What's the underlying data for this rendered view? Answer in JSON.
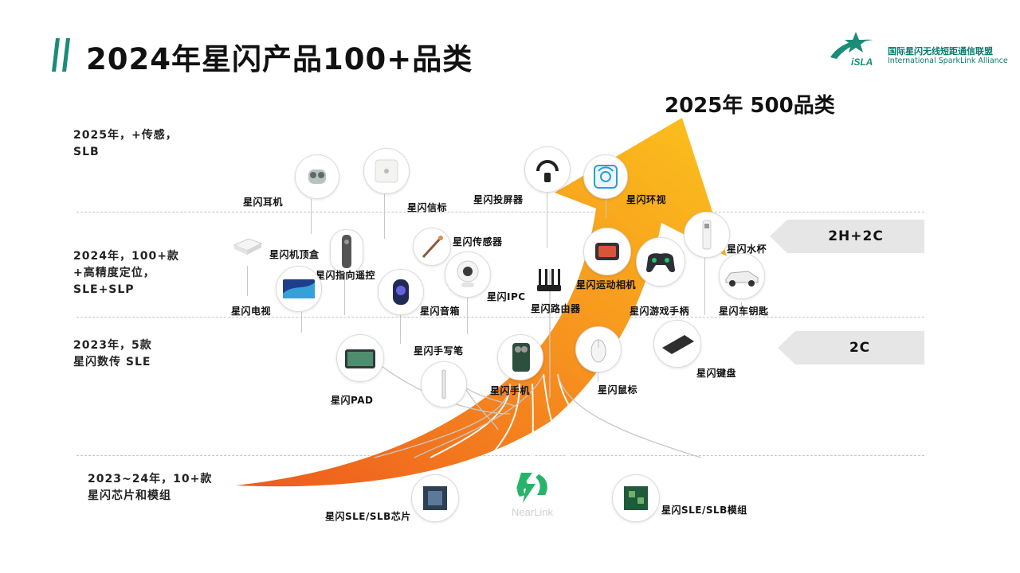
{
  "header": {
    "title": "2024年星闪产品100+品类",
    "logo_cn": "国际星闪无线短距通信联盟",
    "logo_en": "International SparkLink Alliance",
    "logo_mark": "iSLA"
  },
  "headline": "2025年 500品类",
  "stages": [
    {
      "text": "2025年，+传感，\nSLB"
    },
    {
      "text": "2024年，100+款\n+高精度定位，\nSLE+SLP"
    },
    {
      "text": "2023年，5款\n星闪数传 SLE"
    },
    {
      "text": "2023~24年，10+款\n星闪芯片和模组"
    }
  ],
  "bands": [
    {
      "label": "2H+2C"
    },
    {
      "label": "2C"
    }
  ],
  "products": {
    "earphone": "星闪耳机",
    "beacon": "星闪信标",
    "projector": "星闪投屏器",
    "surround": "星闪环视",
    "settopbox": "星闪机顶盒",
    "remote": "星闪指向遥控",
    "sensor": "星闪传感器",
    "ipc": "星闪IPC",
    "router": "星闪路由器",
    "sportscam": "星闪运动相机",
    "cup": "星闪水杯",
    "tv": "星闪电视",
    "speaker": "星闪音箱",
    "gamepad": "星闪游戏手柄",
    "carkey": "星闪车钥匙",
    "stylus": "星闪手写笔",
    "phone": "星闪手机",
    "mouse": "星闪鼠标",
    "keyboard": "星闪键盘",
    "pad": "星闪PAD",
    "chip": "星闪SLE/SLB芯片",
    "module": "星闪SLE/SLB模组"
  },
  "nearlink_text": "NearLink",
  "colors": {
    "accent_green": "#1a8c78",
    "arrow_start": "#ee5a1e",
    "arrow_end": "#fbc21c"
  }
}
